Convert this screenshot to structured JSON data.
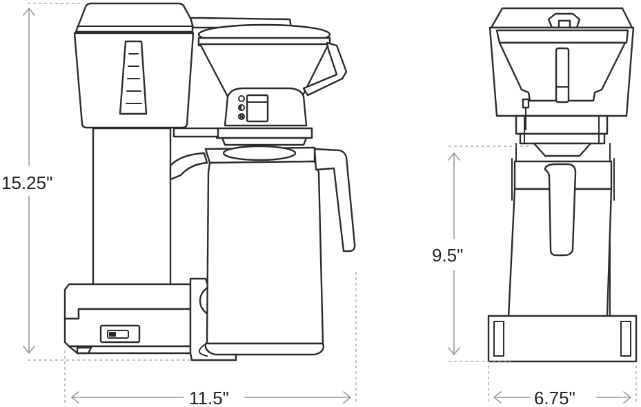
{
  "dimensions": {
    "height_total": "15.25\"",
    "width_side": "11.5\"",
    "height_carafe": "9.5\"",
    "width_front": "6.75\""
  },
  "colors": {
    "line": "#2b2b2b",
    "dimension_line": "#9a9a9a",
    "background": "#ffffff"
  }
}
